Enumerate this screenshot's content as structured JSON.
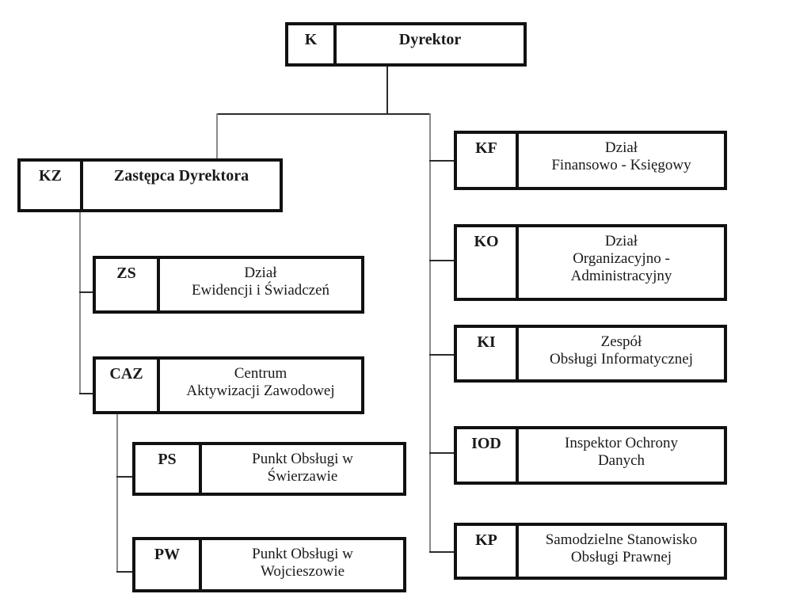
{
  "colors": {
    "background": "#ffffff",
    "box_border": "#111111",
    "text": "#1a1a1a",
    "connector_gray": "#8a8a8a",
    "connector_dark": "#2b2b2b"
  },
  "org_chart": {
    "type": "organization-chart",
    "nodes": [
      {
        "id": "K",
        "code": "K",
        "label": "Dyrektor",
        "parent": null
      },
      {
        "id": "KZ",
        "code": "KZ",
        "label": "Zastępca Dyrektora",
        "parent": "K"
      },
      {
        "id": "ZS",
        "code": "ZS",
        "label": "Dział\nEwidencji i Świadczeń",
        "parent": "KZ"
      },
      {
        "id": "CAZ",
        "code": "CAZ",
        "label": "Centrum\nAktywizacji Zawodowej",
        "parent": "KZ"
      },
      {
        "id": "PS",
        "code": "PS",
        "label": "Punkt Obsługi w\nŚwierzawie",
        "parent": "CAZ"
      },
      {
        "id": "PW",
        "code": "PW",
        "label": "Punkt Obsługi w\nWojcieszowie",
        "parent": "CAZ"
      },
      {
        "id": "KF",
        "code": "KF",
        "label": "Dział\nFinansowo - Księgowy",
        "parent": "K"
      },
      {
        "id": "KO",
        "code": "KO",
        "label": "Dział\nOrganizacyjno -\nAdministracyjny",
        "parent": "K"
      },
      {
        "id": "KI",
        "code": "KI",
        "label": "Zespół\nObsługi Informatycznej",
        "parent": "K"
      },
      {
        "id": "IOD",
        "code": "IOD",
        "label": "Inspektor Ochrony\nDanych",
        "parent": "K"
      },
      {
        "id": "KP",
        "code": "KP",
        "label": "Samodzielne Stanowisko\nObsługi Prawnej",
        "parent": "K"
      }
    ]
  }
}
